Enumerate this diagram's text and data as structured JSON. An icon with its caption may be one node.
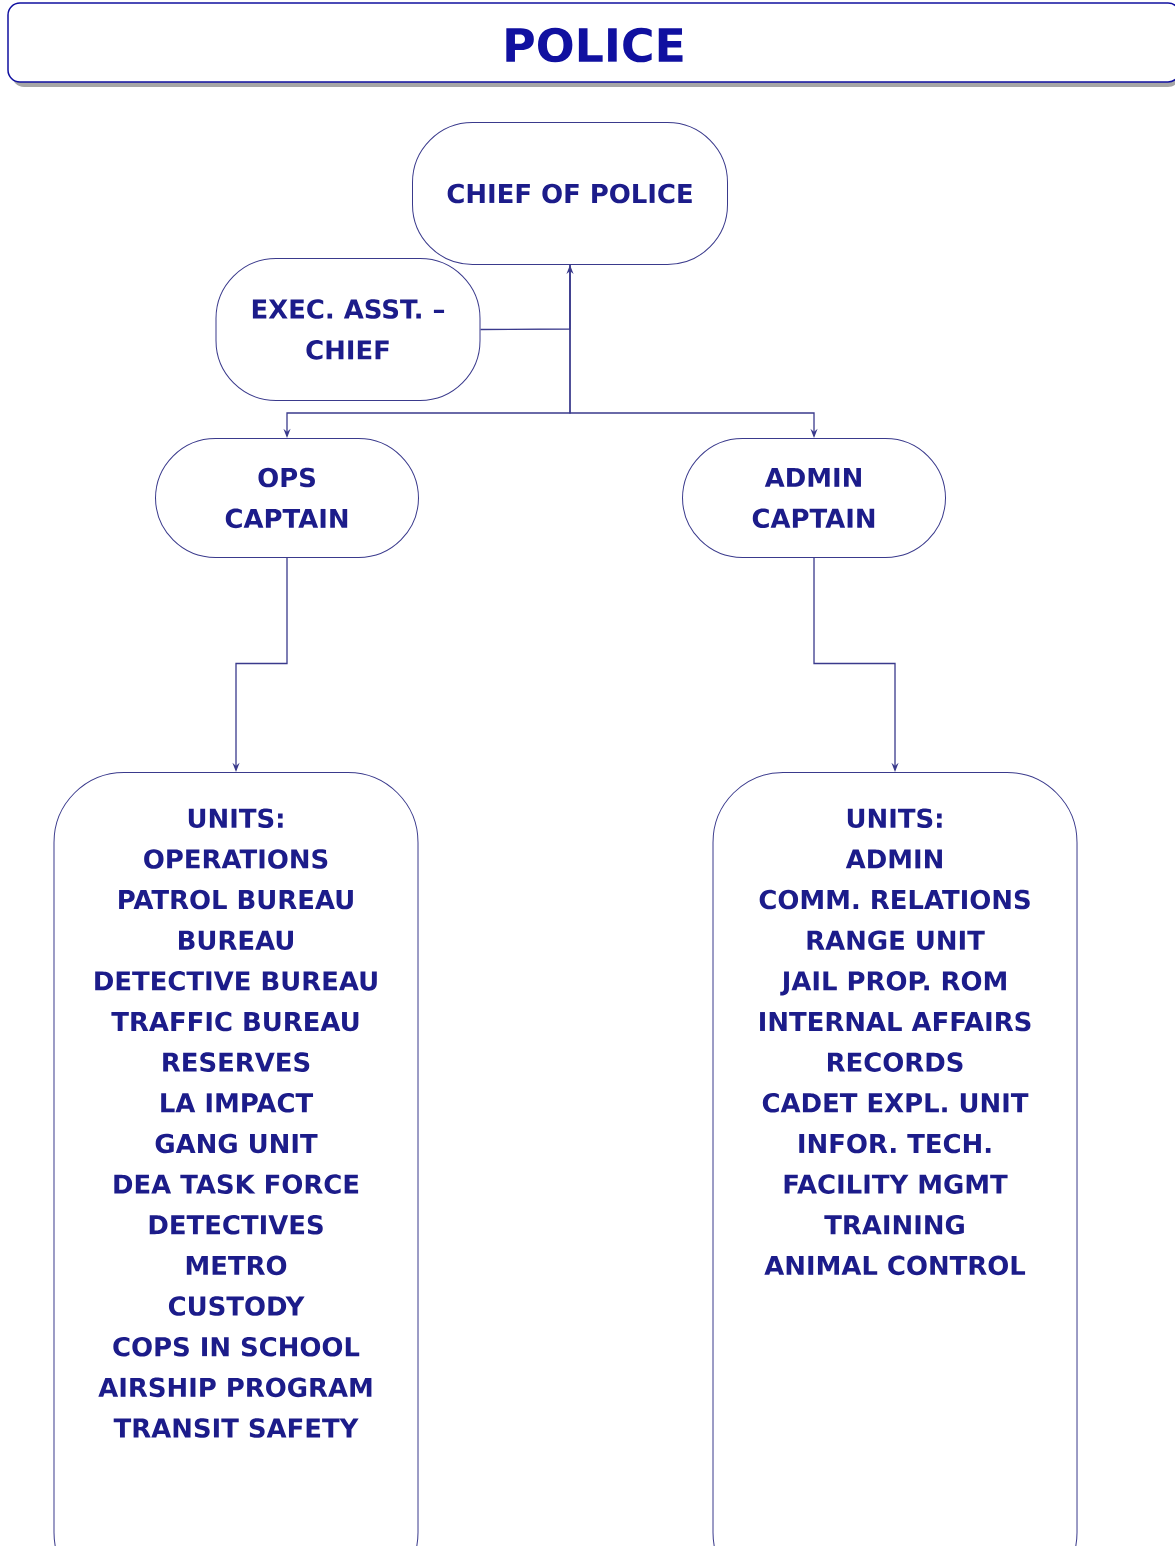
{
  "diagram": {
    "title": "POLICE",
    "nodes": [
      {
        "text": [
          "CHIEF OF POLICE"
        ]
      },
      {
        "text": [
          "EXEC. ASST. – CHIEF"
        ]
      },
      {
        "text": [
          "OPS CAPTAIN"
        ]
      },
      {
        "text": [
          "ADMIN CAPTAIN"
        ]
      },
      {
        "text": [
          "UNITS:",
          "OPERATIONS",
          "PATROL BUREAU",
          "BUREAU",
          "DETECTIVE BUREAU",
          "TRAFFIC BUREAU",
          "RESERVES",
          "LA IMPACT",
          "GANG UNIT",
          "DEA TASK FORCE",
          "DETECTIVES",
          "METRO",
          "CUSTODY",
          "COPS IN SCHOOL",
          "AIRSHIP PROGRAM",
          "TRANSIT SAFETY"
        ]
      },
      {
        "text": [
          "UNITS:",
          "ADMIN",
          "COMM. RELATIONS",
          "RANGE UNIT",
          "JAIL PROP. ROM",
          "INTERNAL AFFAIRS",
          "RECORDS",
          "CADET EXPL. UNIT",
          "INFOR. TECH.",
          "FACILITY MGMT",
          "TRAINING",
          "ANIMAL CONTROL"
        ]
      }
    ],
    "edges": [
      {
        "from": 1,
        "to": 0,
        "arrow": "to"
      },
      {
        "from": 0,
        "to": 2,
        "arrow": "to"
      },
      {
        "from": 0,
        "to": 3,
        "arrow": "to"
      },
      {
        "from": 2,
        "to": 4,
        "arrow": "to"
      },
      {
        "from": 3,
        "to": 5,
        "arrow": "to"
      }
    ]
  }
}
